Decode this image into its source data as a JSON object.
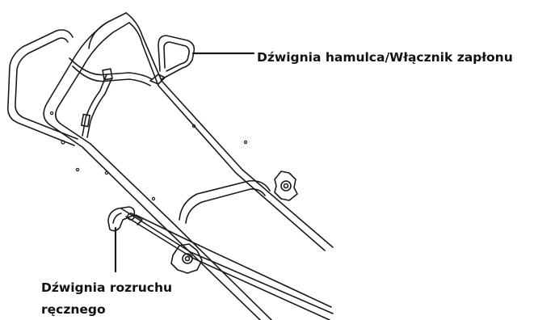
{
  "labels": {
    "brake_lever": "Dźwignia hamulca/Włącznik zapłonu",
    "manual_start_line1": "Dźwignia rozruchu",
    "manual_start_line2": "ręcznego"
  }
}
